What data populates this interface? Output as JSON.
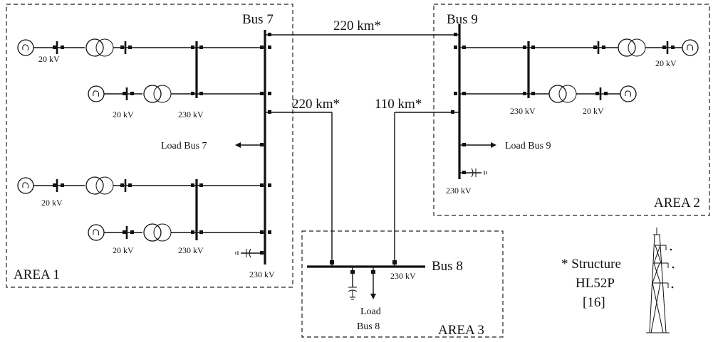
{
  "areas": {
    "area1": "AREA 1",
    "area2": "AREA 2",
    "area3": "AREA 3"
  },
  "buses": {
    "bus7": "Bus 7",
    "bus8": "Bus 8",
    "bus9": "Bus 9"
  },
  "lines": {
    "line_7_9": "220 km*",
    "line_7_8": "220 km*",
    "line_9_8": "110 km*"
  },
  "voltages": {
    "gen": "20 kV",
    "hv": "230 kV"
  },
  "loads": {
    "bus7": "Load Bus 7",
    "bus9": "Load Bus 9",
    "bus8_line1": "Load",
    "bus8_line2": "Bus 8"
  },
  "note": {
    "line1": "* Structure",
    "line2": "HL52P",
    "line3": "[16]"
  }
}
